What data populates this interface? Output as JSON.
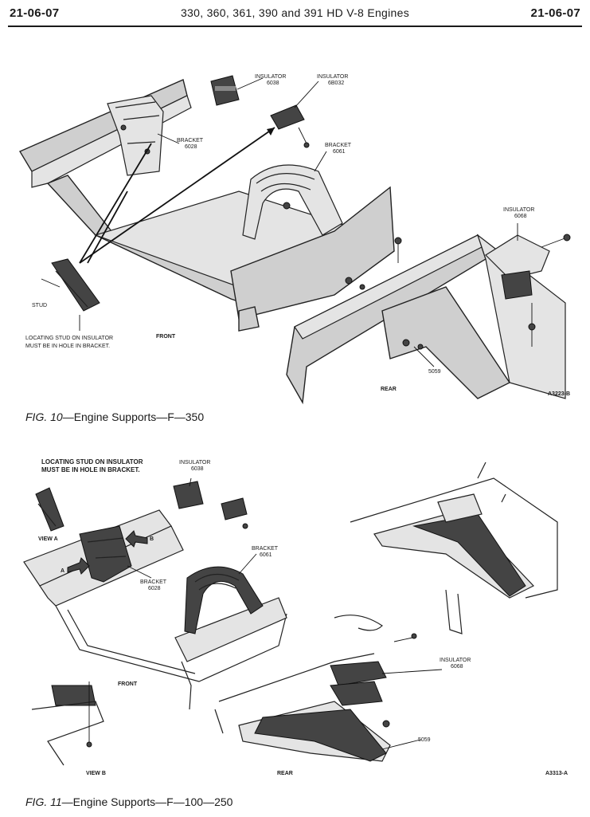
{
  "header": {
    "page_number_left": "21-06-07",
    "title": "330, 360, 361, 390 and 391 HD V-8 Engines",
    "page_number_right": "21-06-07"
  },
  "fig10": {
    "labels": {
      "insulator_6038": "INSULATOR",
      "insulator_6038_num": "6038",
      "insulator_6b032": "INSULATOR",
      "insulator_6b032_num": "6B032",
      "bracket_6028": "BRACKET",
      "bracket_6028_num": "6028",
      "bracket_6061": "BRACKET",
      "bracket_6061_num": "6061",
      "insulator_6068": "INSULATOR",
      "insulator_6068_num": "6068",
      "stud": "STUD",
      "note_line1": "LOCATING STUD ON INSULATOR",
      "note_line2": "MUST BE IN HOLE IN BRACKET.",
      "front": "FRONT",
      "rear": "REAR",
      "part_5059": "5059",
      "ref_code": "A3223-B"
    },
    "caption": {
      "fig_label": "FIG. 10",
      "text": "—Engine Supports—F—350"
    }
  },
  "fig11": {
    "labels": {
      "note_line1": "LOCATING STUD ON INSULATOR",
      "note_line2": "MUST BE IN HOLE IN BRACKET.",
      "insulator_6038": "INSULATOR",
      "insulator_6038_num": "6038",
      "bracket_6061": "BRACKET",
      "bracket_6061_num": "6061",
      "bracket_6028": "BRACKET",
      "bracket_6028_num": "6028",
      "view_a": "VIEW A",
      "arrow_a": "A",
      "arrow_b": "B",
      "front": "FRONT",
      "insulator_6068": "INSULATOR",
      "insulator_6068_num": "6068",
      "part_5059": "5059",
      "view_b": "VIEW B",
      "rear": "REAR",
      "ref_code": "A3313-A"
    },
    "caption": {
      "fig_label": "FIG. 11",
      "text": "—Engine Supports—F—100—250"
    }
  }
}
